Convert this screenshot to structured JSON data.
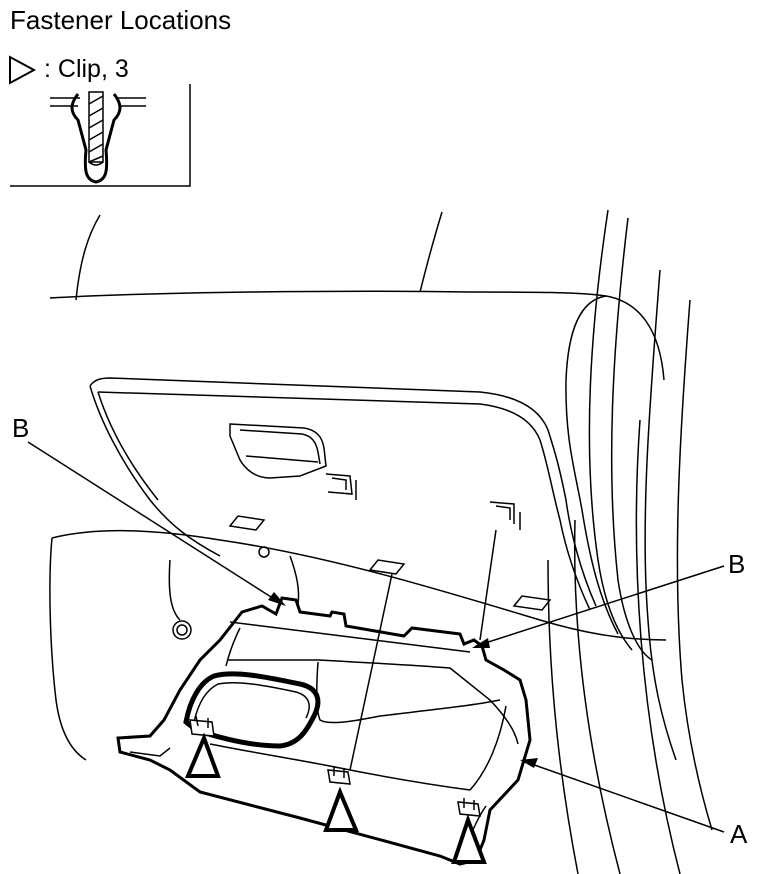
{
  "title": "Fastener Locations",
  "legend": {
    "symbol_icon": "triangle-outline-icon",
    "label": ": Clip, 3"
  },
  "callouts": {
    "b_left": "B",
    "b_right": "B",
    "a": "A"
  },
  "colors": {
    "line": "#000000",
    "background": "#ffffff"
  }
}
